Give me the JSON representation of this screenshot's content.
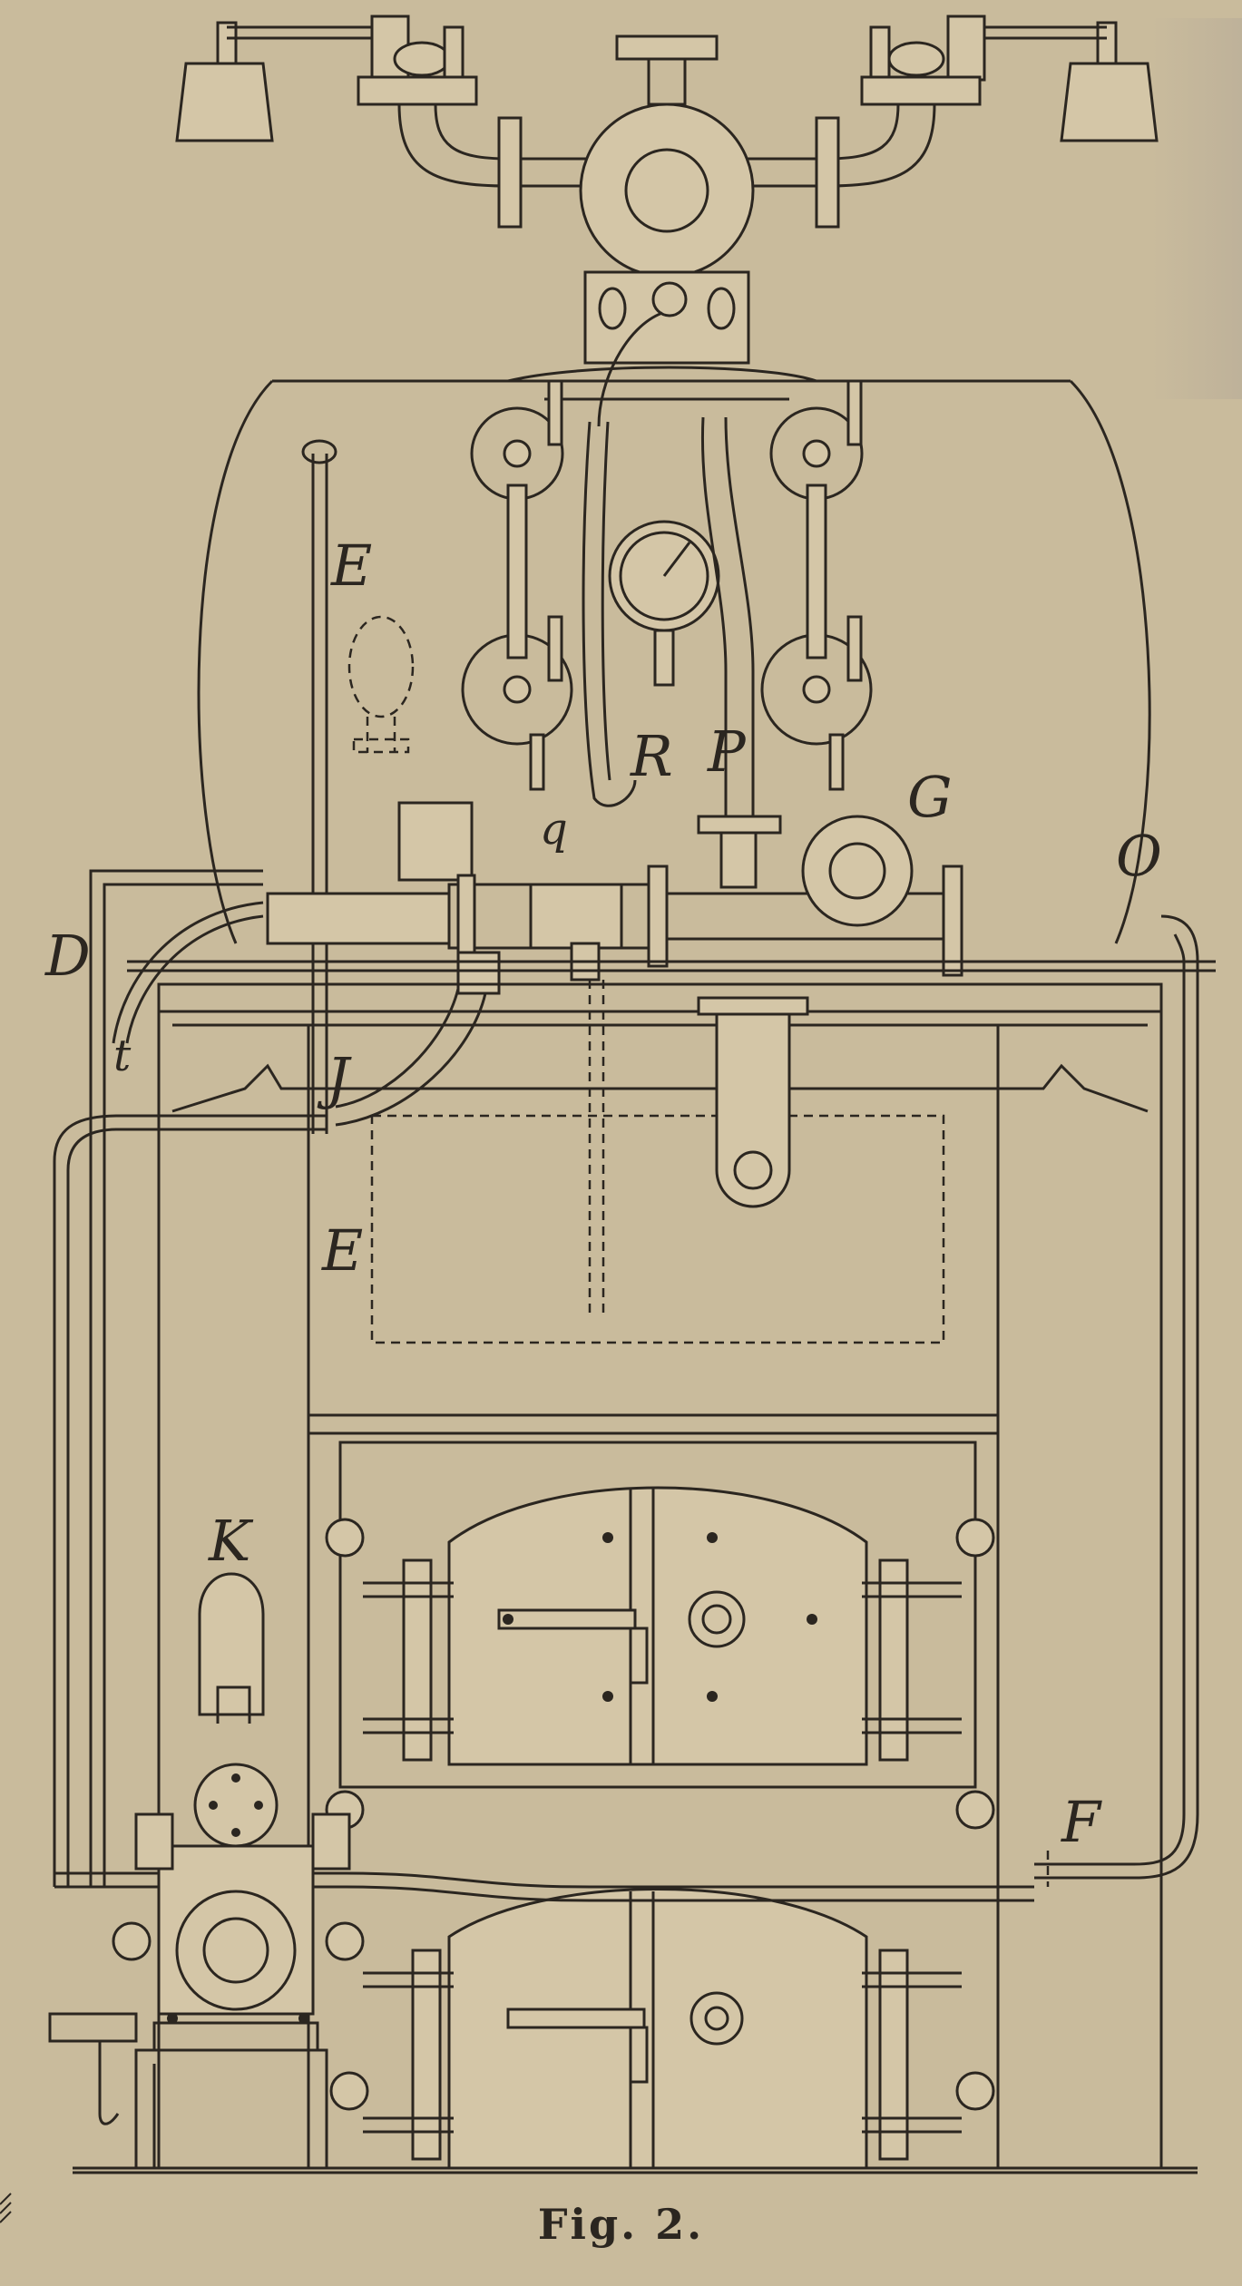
{
  "figure": {
    "caption": "Fig. 2."
  },
  "labels": {
    "E_upper": "E",
    "E_lower": "E",
    "R": "R",
    "P": "P",
    "G": "G",
    "q": "q",
    "O": "O",
    "D": "D",
    "t": "t",
    "J": "J",
    "K": "K",
    "F": "F"
  },
  "colors": {
    "paper": "#c9bb9c",
    "ink": "#2b2620"
  }
}
